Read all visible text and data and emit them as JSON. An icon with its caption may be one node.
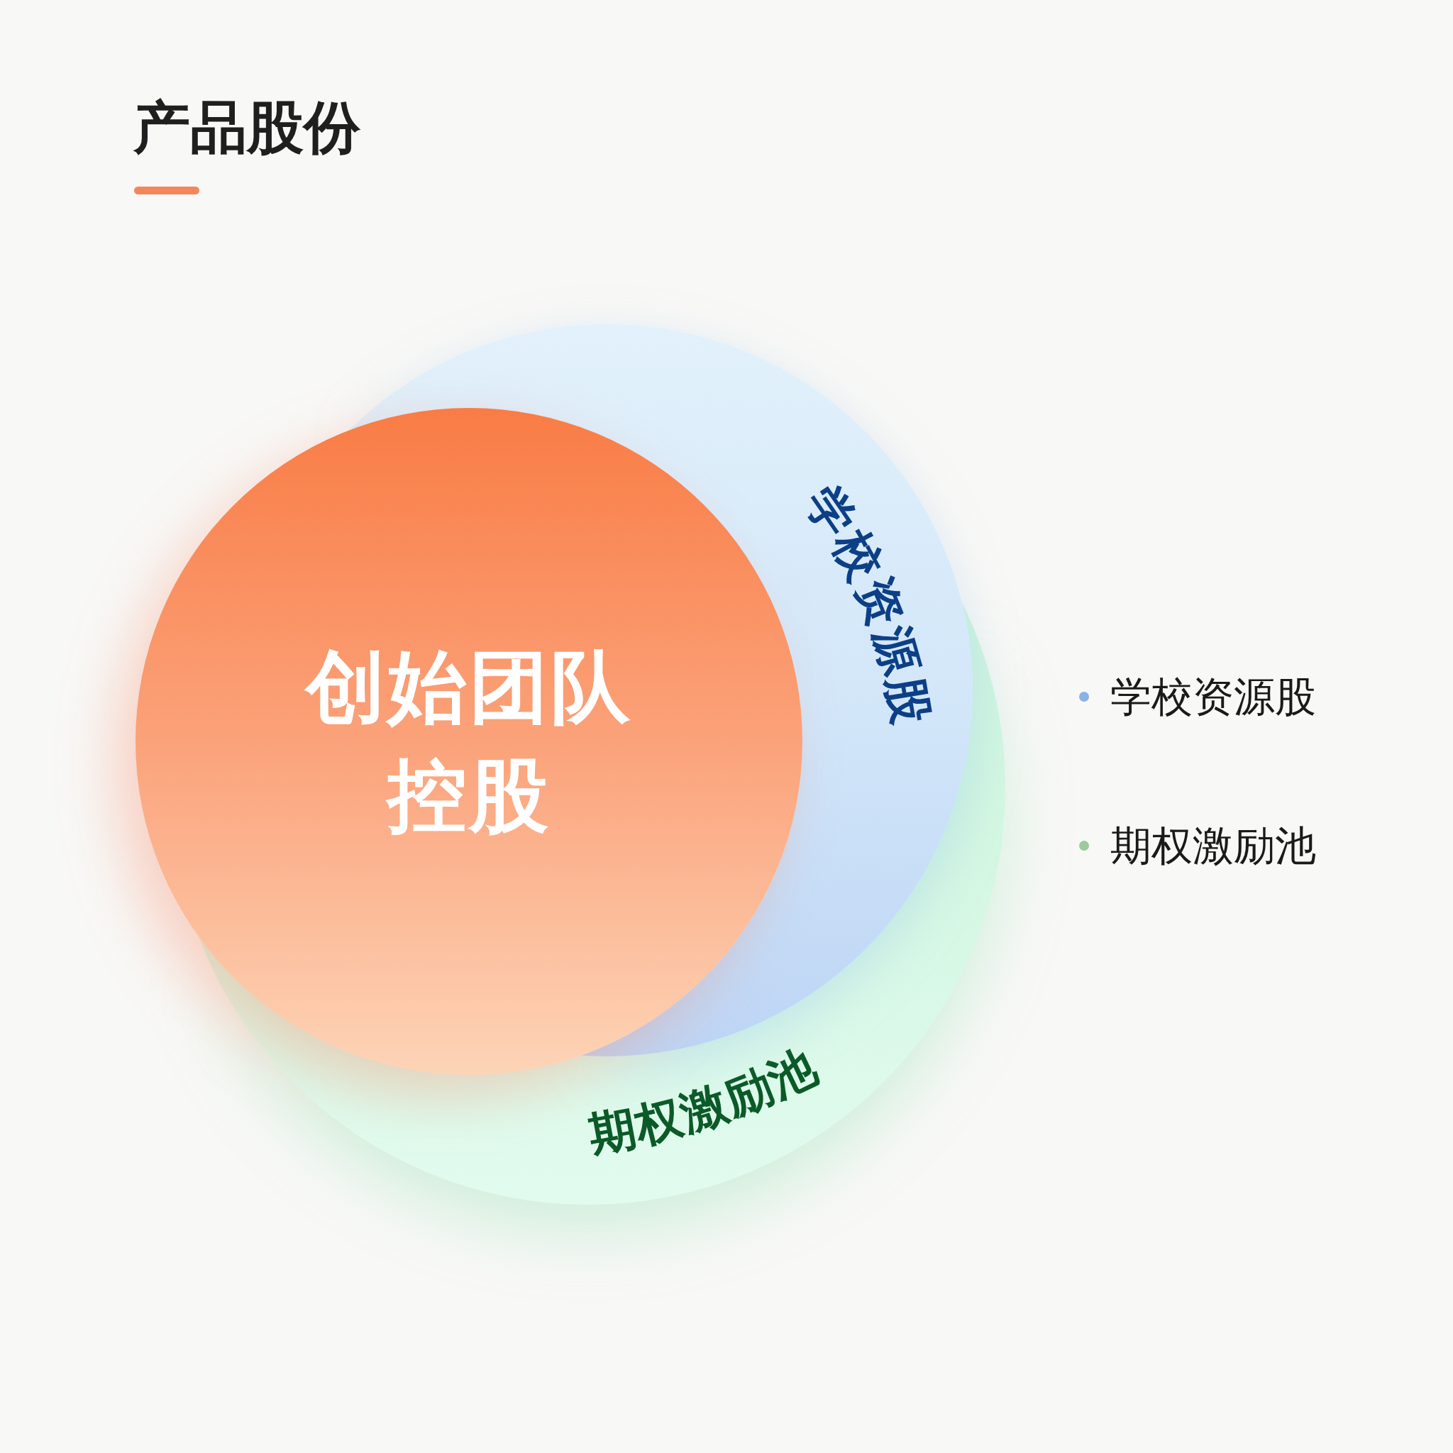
{
  "diagram": {
    "title": "产品股份",
    "nodes": [
      {
        "text": [
          "创始团队控股"
        ]
      },
      {
        "text": [
          "学校资源股"
        ]
      },
      {
        "text": [
          "期权激励池"
        ]
      }
    ],
    "legend": [
      {
        "text": "学校资源股",
        "color": "#8ab2e6"
      },
      {
        "text": "期权激励池",
        "color": "#9ccb9a"
      }
    ]
  }
}
